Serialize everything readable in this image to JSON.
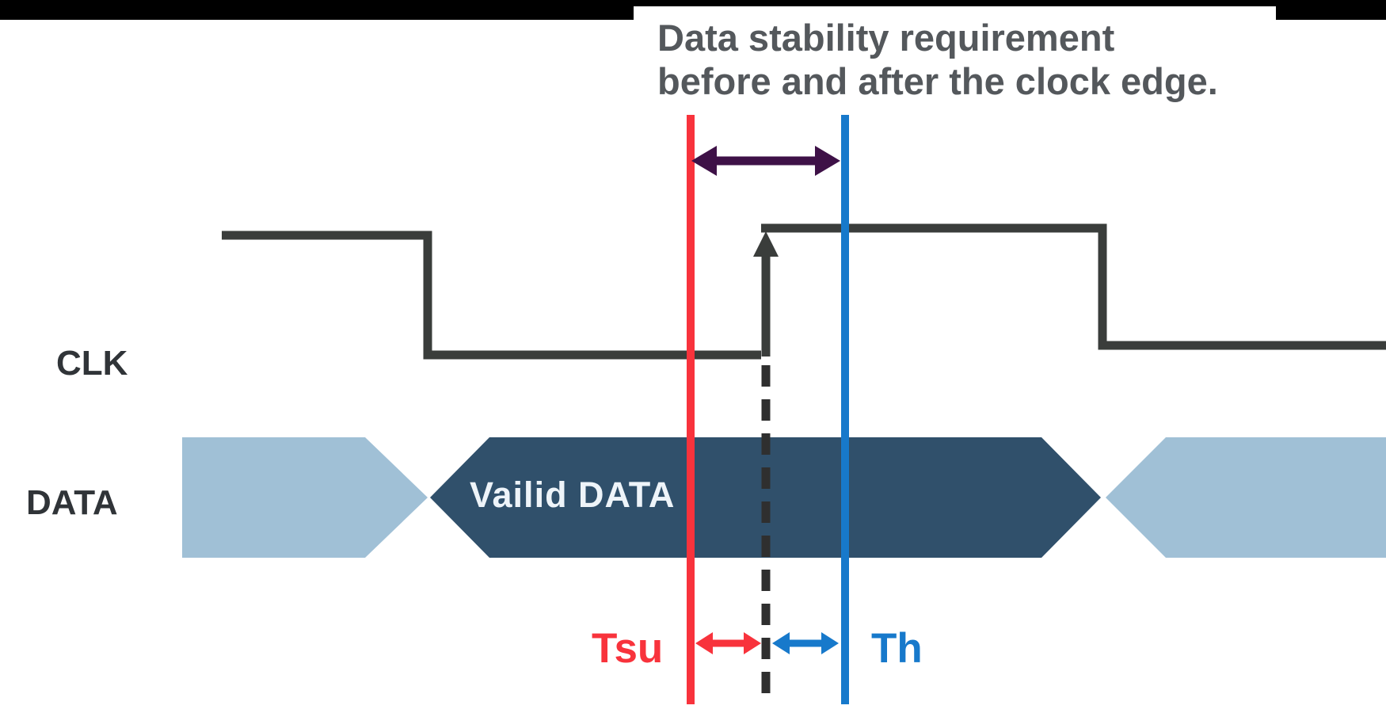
{
  "header": {
    "bar_color": "#000000",
    "title_line1": "Data stability requirement",
    "title_line2": "before and after the clock edge.",
    "title_color": "#54585c"
  },
  "signals": {
    "clk_label": "CLK",
    "data_label": "DATA",
    "label_color": "#303438",
    "clk_color": "#3a3d3b"
  },
  "data_bus": {
    "valid_label": "Vailid DATA",
    "valid_text_color": "#eef4f9",
    "invalid_fill": "#a0c0d6",
    "valid_fill": "#30506b"
  },
  "markers": {
    "setup_label": "Tsu",
    "setup_color": "#f8333c",
    "hold_label": "Th",
    "hold_color": "#1779cb",
    "clock_edge_dash_color": "#2f2f2f",
    "stability_arrow_color": "#3e1147"
  }
}
